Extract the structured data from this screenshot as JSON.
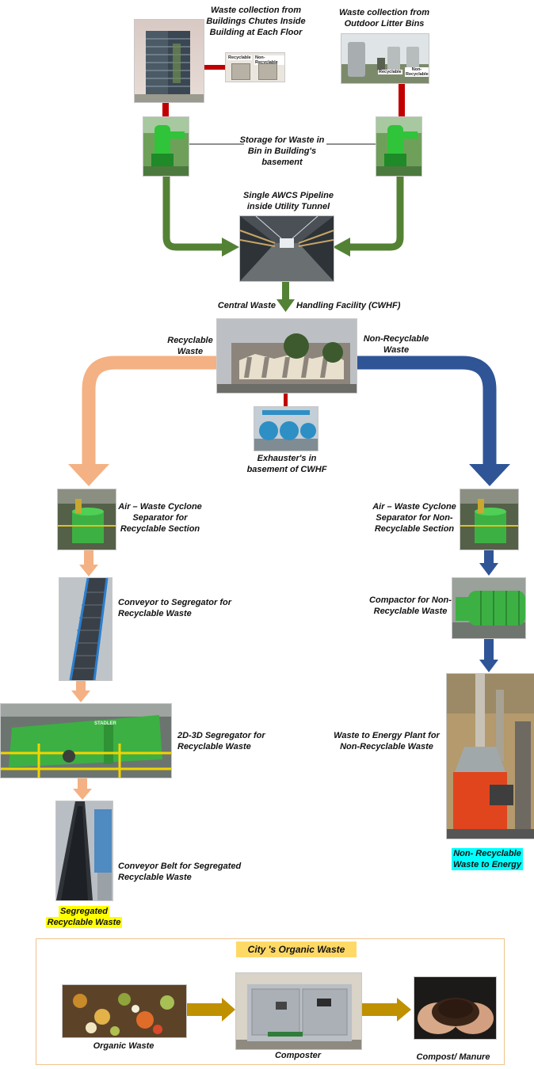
{
  "labels": {
    "building_chutes": "Waste collection from Buildings Chutes Inside Building at Each Floor",
    "outdoor_bins": "Waste collection from Outdoor Litter Bins",
    "storage": "Storage for Waste in Bin in Building's basement",
    "pipeline": "Single AWCS Pipeline inside Utility Tunnel",
    "cwhf_left": "Central Waste",
    "cwhf_right": "Handling Facility (CWHF)",
    "recyclable_waste": "Recyclable Waste",
    "non_recyclable_waste": "Non-Recyclable Waste",
    "exhausters": "Exhauster's in basement of CWHF",
    "cyclone_recyclable": "Air – Waste Cyclone Separator for Recyclable Section",
    "cyclone_non_recyclable": "Air – Waste Cyclone Separator for Non-Recyclable Section",
    "conveyor_segregator": "Conveyor to Segregator for Recyclable Waste",
    "compactor": "Compactor for Non-Recyclable Waste",
    "segregator_2d3d": "2D-3D Segregator for Recyclable Waste",
    "wte_plant": "Waste to Energy Plant for Non-Recyclable Waste",
    "conveyor_belt": "Conveyor Belt for Segregated Recyclable Waste",
    "segregated_recyclable": "Segregated Recyclable Waste",
    "non_recyclable_energy": "Non- Recyclable Waste to Energy",
    "organic_title": "City 's Organic Waste",
    "organic_waste": "Organic Waste",
    "composter": "Composter",
    "compost": "Compost/ Manure"
  },
  "photo_tags": {
    "recyclable": "Recyclable",
    "non_recyclable": "Non-Recyclable",
    "bin_recyclable": "Recyclable",
    "bin_non_recyclable": "Non-Recyclable",
    "segregator_brand": "STADLER"
  },
  "colors": {
    "recyclable_flow": "#f4b183",
    "non_recyclable_flow": "#2f5597",
    "collection_flow": "#548235",
    "connector": "#c00000",
    "organic_flow": "#bf9000",
    "highlight_yellow": "#ffff00",
    "highlight_cyan": "#00ffff",
    "machine_green": "#3cb043"
  }
}
